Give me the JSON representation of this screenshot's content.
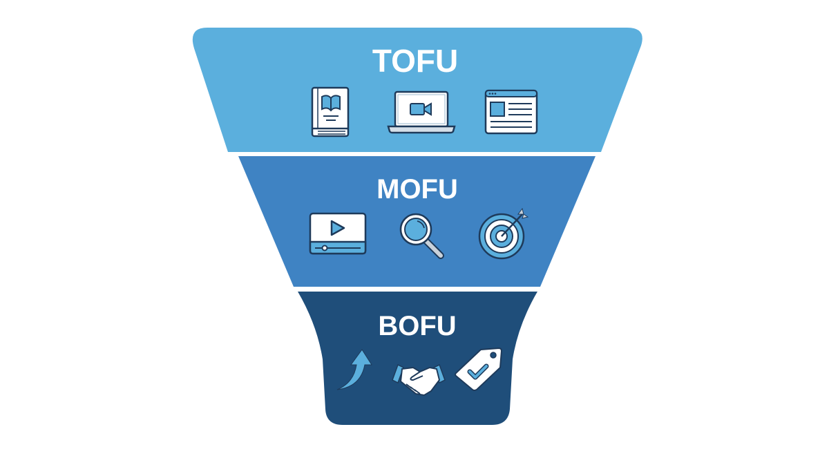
{
  "colors": {
    "tofu": "#5BAFDD",
    "mofu": "#3F83C3",
    "bofu": "#1F4E7A",
    "icon_outline": "#1E3A5A",
    "icon_fill": "#FFFFFF",
    "icon_accent": "#5BAFDD",
    "background": "#FFFFFF"
  },
  "funnel": {
    "stages": [
      {
        "id": "tofu",
        "label": "TOFU",
        "icons": [
          "ebook-icon",
          "video-laptop-icon",
          "web-article-icon"
        ]
      },
      {
        "id": "mofu",
        "label": "MOFU",
        "icons": [
          "video-player-icon",
          "magnifying-glass-icon",
          "target-icon"
        ]
      },
      {
        "id": "bofu",
        "label": "BOFU",
        "icons": [
          "upward-arrow-icon",
          "handshake-icon",
          "price-tag-check-icon"
        ]
      }
    ]
  }
}
